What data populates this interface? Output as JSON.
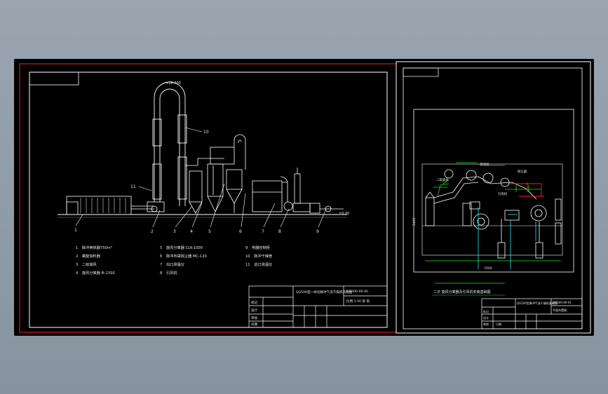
{
  "left_sheet": {
    "legend": [
      {
        "num": "1",
        "text": "脉冲换热器750m²"
      },
      {
        "num": "2",
        "text": "螺旋加料器"
      },
      {
        "num": "3",
        "text": "二级旋风"
      },
      {
        "num": "4",
        "text": "旋风分离器 Φ-1350"
      },
      {
        "num": "5",
        "text": "旋风分离器 CLK-1000"
      },
      {
        "num": "6",
        "text": "脉冲布袋除尘器 MC-120"
      },
      {
        "num": "7",
        "text": "出口测温仪"
      },
      {
        "num": "8",
        "text": "引风机"
      },
      {
        "num": "9",
        "text": "电器控制柜"
      },
      {
        "num": "10",
        "text": "脉冲干燥管"
      },
      {
        "num": "11",
        "text": "进口测温仪"
      }
    ],
    "callouts": [
      "1",
      "2",
      "3",
      "4",
      "5",
      "6",
      "7",
      "8",
      "9",
      "10",
      "11"
    ],
    "elev_top": "+18.700",
    "elev_right": "±0.00",
    "title_block": {
      "title": "QG500型一体化脉冲气流干燥机流程图",
      "drawing_no": "QG500-00-00",
      "scale_line": "比例 1:50 第 张",
      "rows": [
        "标记",
        "设计",
        "审核",
        "日期"
      ]
    }
  },
  "right_sheet": {
    "caption": "二次 旋风分离器及引风机安装基础图",
    "dim_bottom": "7000",
    "dim_left": "2400",
    "labels": [
      "二级旋风",
      "一级旋风",
      "引风机",
      "除尘器"
    ],
    "title_block": {
      "title": "QG500型脉冲气流干燥机基础图",
      "drawing_no": "QG500-00-01",
      "subtitle": "平面布置图",
      "rows": [
        "标记",
        "设计",
        "审核",
        "日期"
      ]
    }
  },
  "colors": {
    "background": "#8f9aa6",
    "frame": "#ff2020",
    "line": "#ffffff",
    "green": "#19e619",
    "cyan": "#2ee6e6",
    "red": "#ff2222"
  }
}
